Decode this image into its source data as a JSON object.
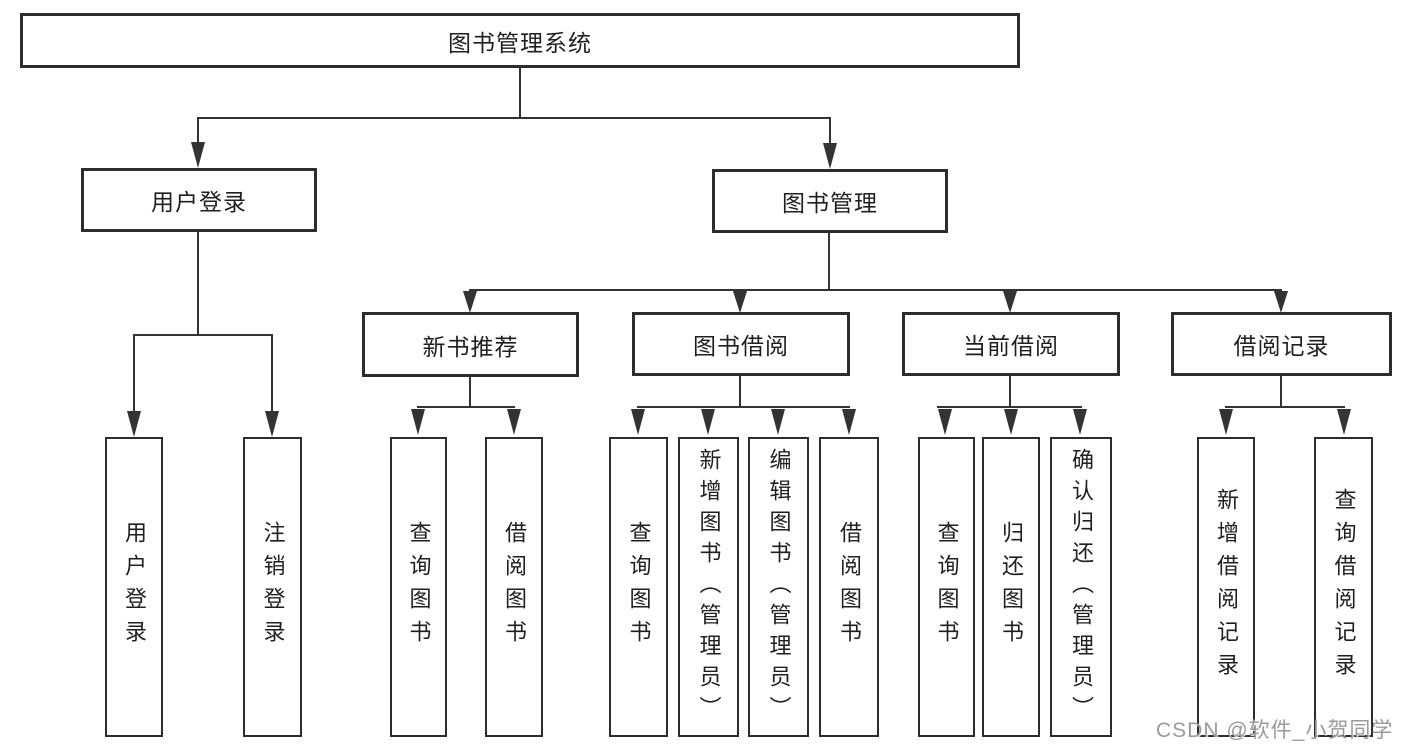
{
  "diagram": {
    "root": {
      "label": "图书管理系统"
    },
    "branches": [
      {
        "label": "用户登录",
        "children": [
          {
            "label": "用户登录"
          },
          {
            "label": "注销登录"
          }
        ]
      },
      {
        "label": "图书管理",
        "children": [
          {
            "label": "新书推荐",
            "children": [
              {
                "label": "查询图书"
              },
              {
                "label": "借阅图书"
              }
            ]
          },
          {
            "label": "图书借阅",
            "children": [
              {
                "label": "查询图书"
              },
              {
                "label": "新增图书（管理员）"
              },
              {
                "label": "编辑图书（管理员）"
              },
              {
                "label": "借阅图书"
              }
            ]
          },
          {
            "label": "当前借阅",
            "children": [
              {
                "label": "查询图书"
              },
              {
                "label": "归还图书"
              },
              {
                "label": "确认归还（管理员）"
              }
            ]
          },
          {
            "label": "借阅记录",
            "children": [
              {
                "label": "新增借阅记录"
              },
              {
                "label": "查询借阅记录"
              }
            ]
          }
        ]
      }
    ]
  },
  "watermark": {
    "text": "CSDN @软件_小贺同学"
  },
  "colors": {
    "line": "#333333",
    "box_border": "#2d2d2d",
    "text": "#1f1f1f",
    "watermark": "#9a9a9a",
    "background": "#ffffff"
  }
}
